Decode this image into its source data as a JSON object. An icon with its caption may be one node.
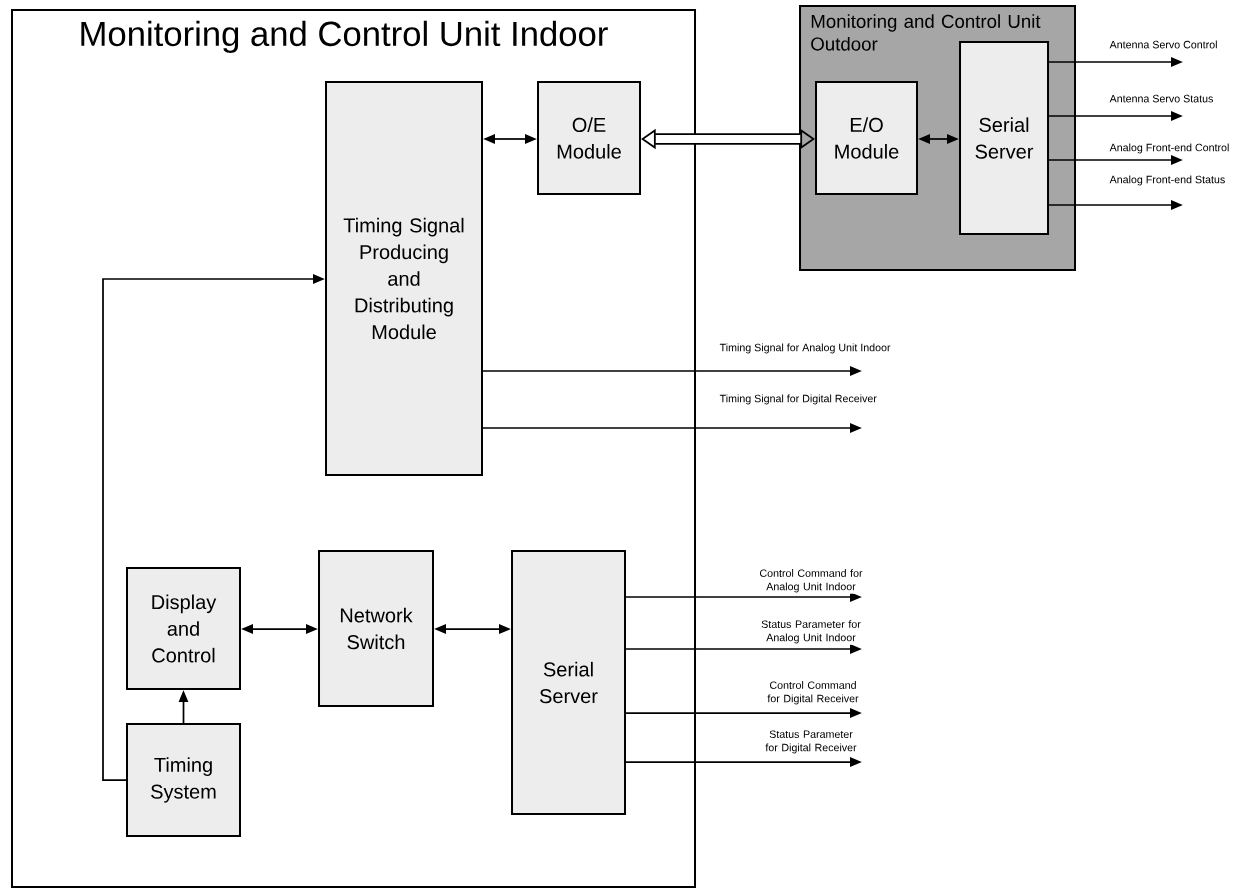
{
  "diagram": {
    "nodes": [
      {
        "text": [
          "Monitoring and Control Unit Indoor"
        ]
      },
      {
        "text": [
          "Timing Signal Producing and Distributing Module"
        ],
        "in": 0
      },
      {
        "text": [
          "O/E Module"
        ],
        "in": 0
      },
      {
        "text": [
          "Monitoring and Control Unit Outdoor"
        ]
      },
      {
        "text": [
          "E/O Module"
        ],
        "in": 3
      },
      {
        "text": [
          "Serial Server"
        ],
        "in": 3
      },
      {
        "text": [
          "Display and Control"
        ],
        "in": 0
      },
      {
        "text": [
          "Network Switch"
        ],
        "in": 0
      },
      {
        "text": [
          "Serial Server"
        ],
        "in": 0
      },
      {
        "text": [
          "Timing System"
        ],
        "in": 0
      }
    ],
    "edges": [
      {
        "from": 1,
        "to": 2,
        "arrow": "both"
      },
      {
        "from": 2,
        "to": 4,
        "arrow": "both",
        "style": "thick"
      },
      {
        "from": 4,
        "to": 5,
        "arrow": "both"
      },
      {
        "from": 5,
        "to": null,
        "arrow": "to",
        "label": "Antenna Servo Control"
      },
      {
        "from": 5,
        "to": null,
        "arrow": "to",
        "label": "Antenna Servo Status"
      },
      {
        "from": 5,
        "to": null,
        "arrow": "to",
        "label": "Analog Front-end Control"
      },
      {
        "from": 5,
        "to": null,
        "arrow": "to",
        "label": "Analog Front-end Status"
      },
      {
        "from": 1,
        "to": null,
        "arrow": "to",
        "label": "Timing Signal for Analog Unit Indoor"
      },
      {
        "from": 1,
        "to": null,
        "arrow": "to",
        "label": "Timing Signal for Digital Receiver"
      },
      {
        "from": 9,
        "to": 6,
        "arrow": "to"
      },
      {
        "from": 9,
        "to": 1,
        "arrow": "to"
      },
      {
        "from": 6,
        "to": 7,
        "arrow": "both"
      },
      {
        "from": 7,
        "to": 8,
        "arrow": "both"
      },
      {
        "from": 8,
        "to": null,
        "arrow": "to",
        "label": "Control Command for Analog Unit Indoor"
      },
      {
        "from": 8,
        "to": null,
        "arrow": "to",
        "label": "Status Parameter for Analog Unit Indoor"
      },
      {
        "from": 8,
        "to": null,
        "arrow": "to",
        "label": "Control Command for Digital Receiver"
      },
      {
        "from": 8,
        "to": null,
        "arrow": "to",
        "label": "Status Parameter for Digital Receiver"
      }
    ]
  }
}
